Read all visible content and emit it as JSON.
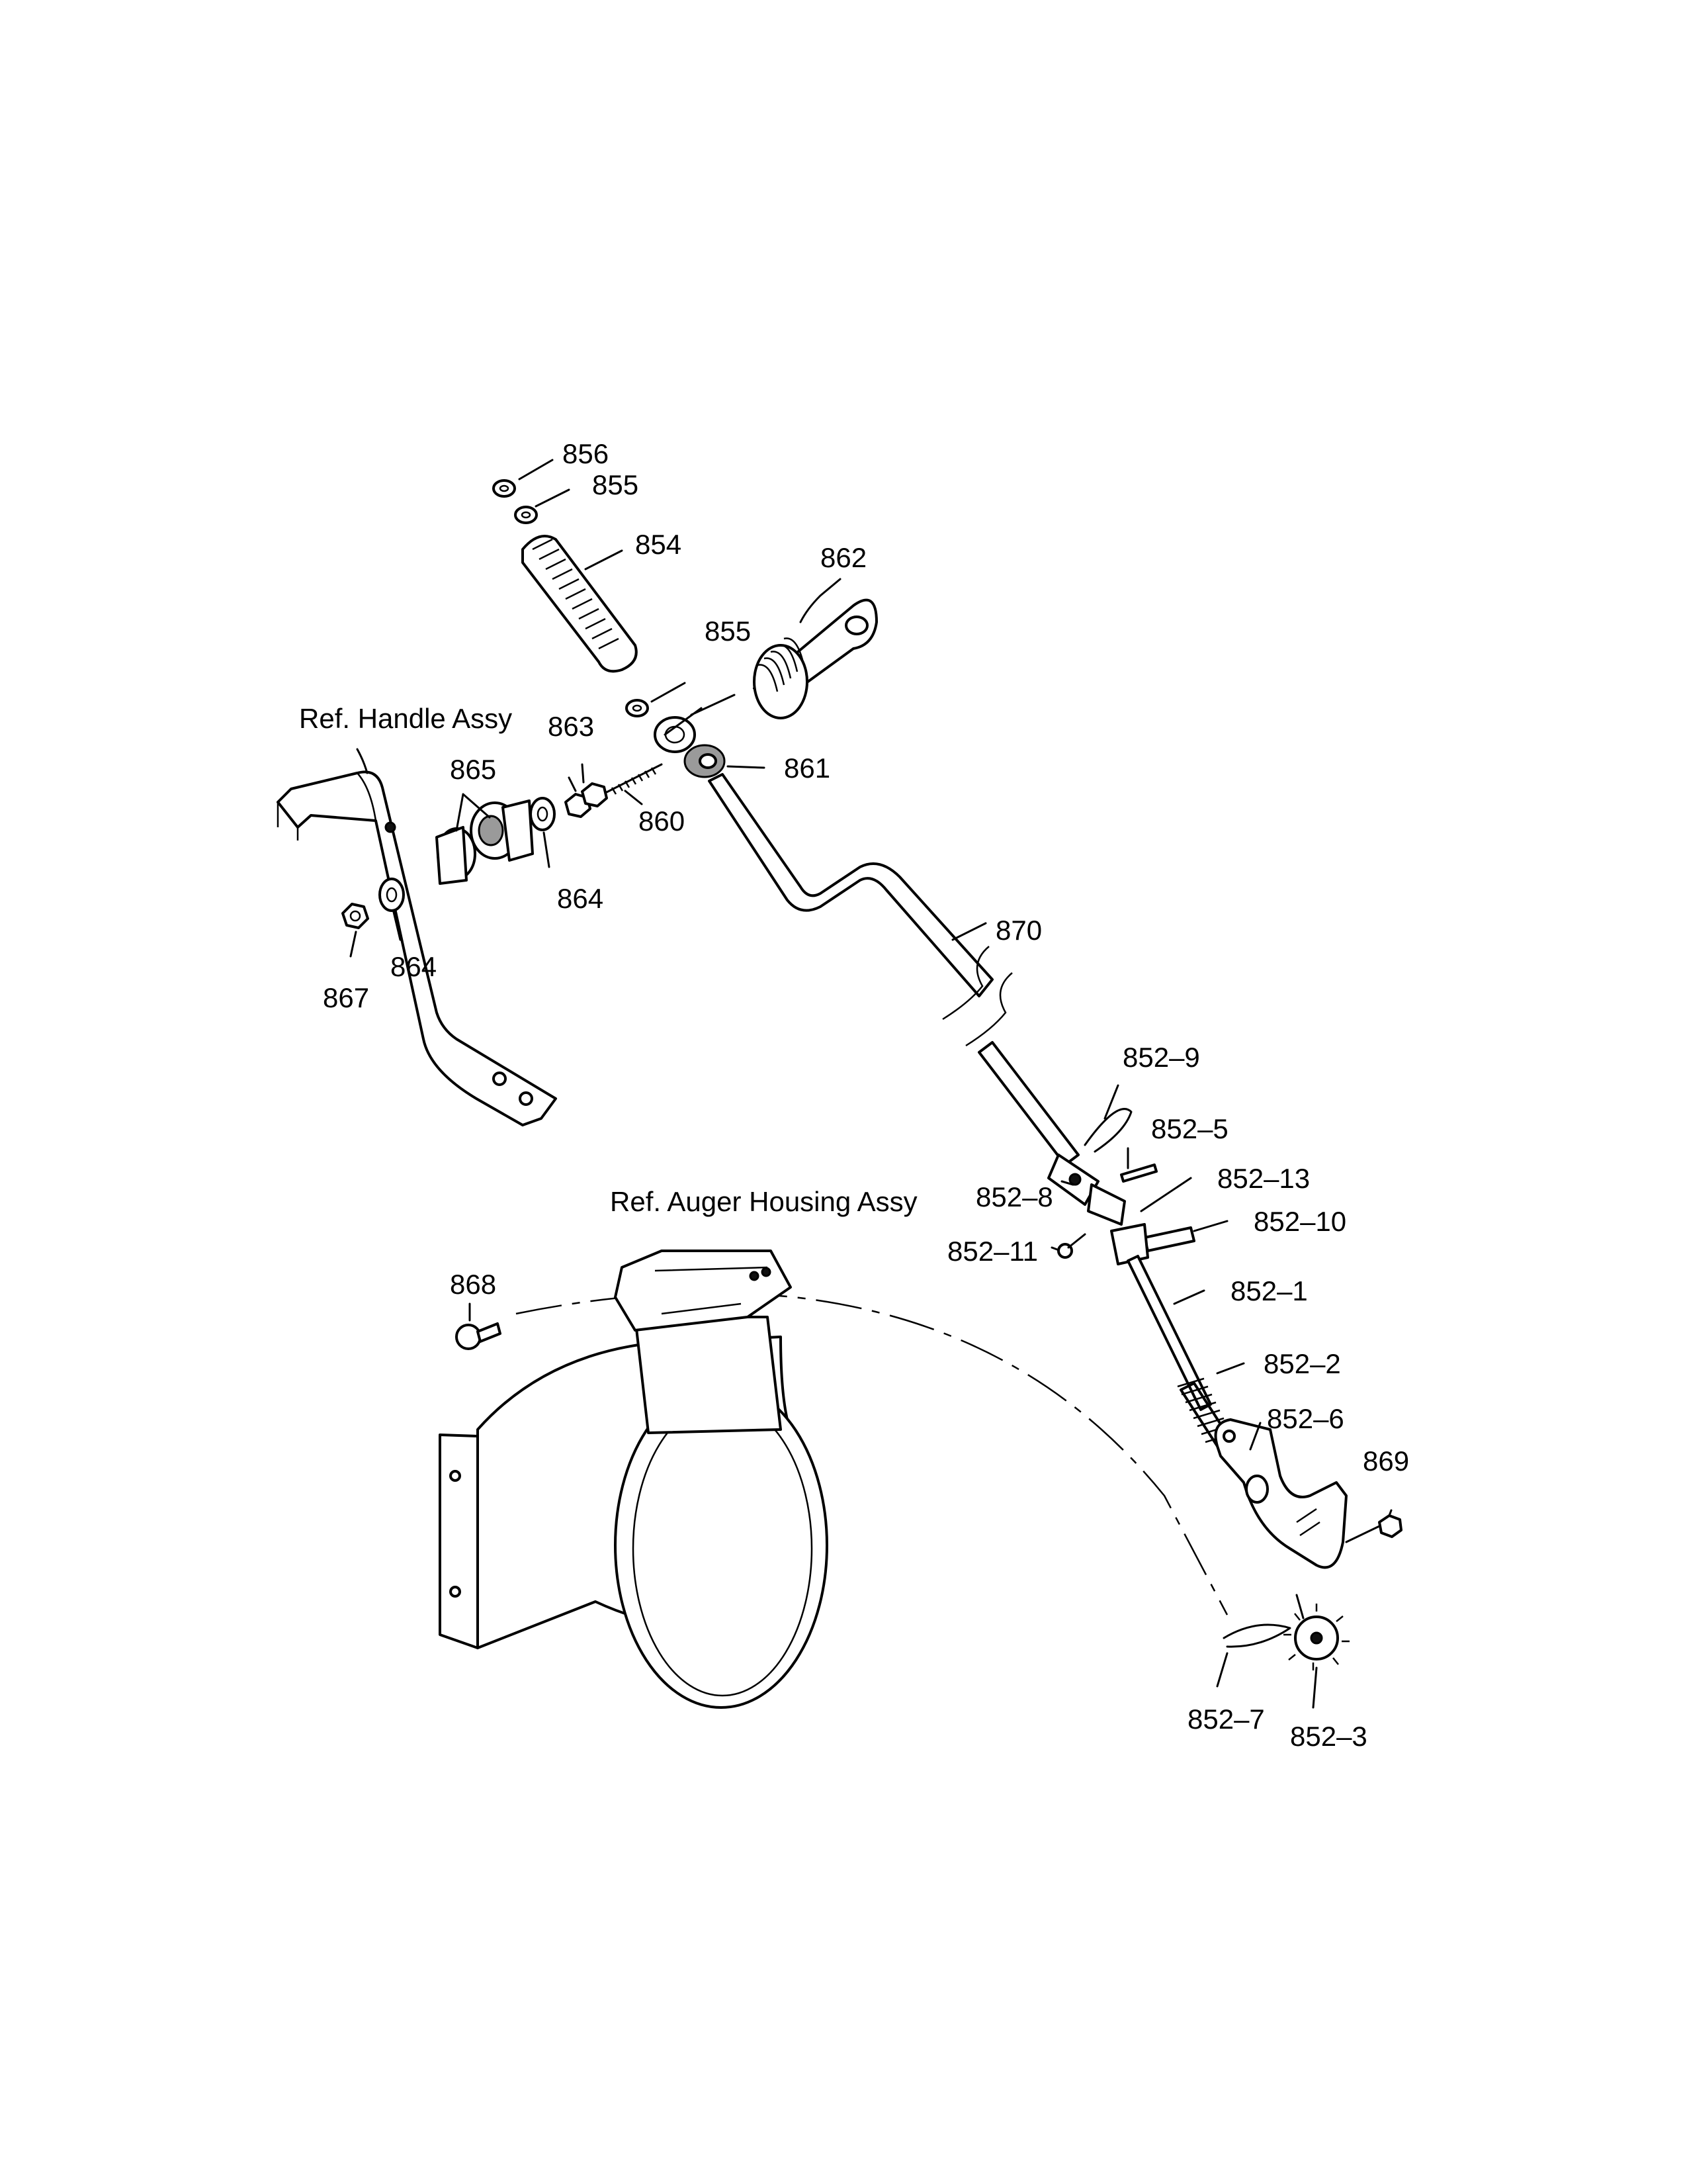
{
  "reference_labels": {
    "handle_assy": "Ref. Handle Assy",
    "auger_housing_assy": "Ref. Auger Housing Assy"
  },
  "parts": [
    {
      "id": "856",
      "label": "856"
    },
    {
      "id": "855a",
      "label": "855"
    },
    {
      "id": "854",
      "label": "854"
    },
    {
      "id": "862",
      "label": "862"
    },
    {
      "id": "855b",
      "label": "855"
    },
    {
      "id": "863",
      "label": "863"
    },
    {
      "id": "865",
      "label": "865"
    },
    {
      "id": "861",
      "label": "861"
    },
    {
      "id": "860",
      "label": "860"
    },
    {
      "id": "864a",
      "label": "864"
    },
    {
      "id": "864b",
      "label": "864"
    },
    {
      "id": "867",
      "label": "867"
    },
    {
      "id": "870",
      "label": "870"
    },
    {
      "id": "852-9",
      "label": "852–9"
    },
    {
      "id": "852-5",
      "label": "852–5"
    },
    {
      "id": "852-8",
      "label": "852–8"
    },
    {
      "id": "852-13",
      "label": "852–13"
    },
    {
      "id": "852-10",
      "label": "852–10"
    },
    {
      "id": "852-11",
      "label": "852–11"
    },
    {
      "id": "852-1",
      "label": "852–1"
    },
    {
      "id": "868",
      "label": "868"
    },
    {
      "id": "852-2",
      "label": "852–2"
    },
    {
      "id": "852-6",
      "label": "852–6"
    },
    {
      "id": "869",
      "label": "869"
    },
    {
      "id": "852-7",
      "label": "852–7"
    },
    {
      "id": "852-3",
      "label": "852–3"
    }
  ]
}
